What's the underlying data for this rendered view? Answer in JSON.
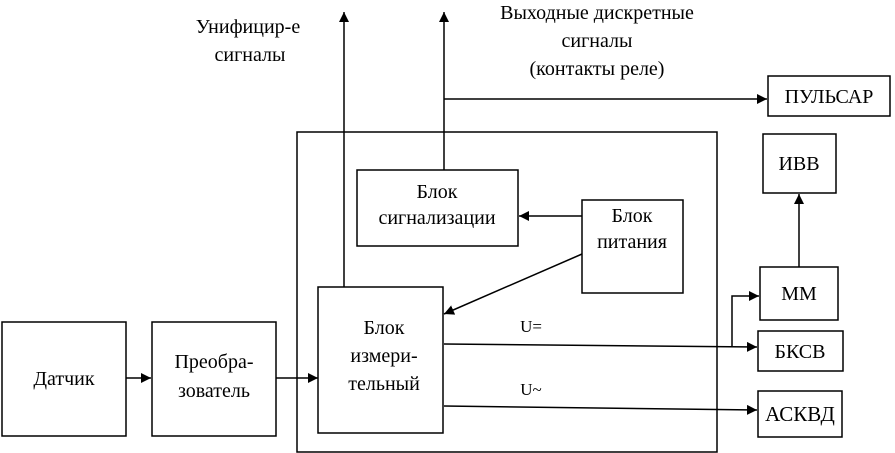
{
  "labels": {
    "unified_signals": [
      "Унифицир-е",
      "сигналы"
    ],
    "discrete_outputs": [
      "Выходные дискретные",
      "сигналы",
      "(контакты реле)"
    ],
    "u_dc": "U=",
    "u_ac": "U~"
  },
  "blocks": {
    "pulsar": [
      "ПУЛЬСАР"
    ],
    "ivv": [
      "ИВВ"
    ],
    "signaling": [
      "Блок",
      "сигнализации"
    ],
    "power": [
      "Блок",
      "питания"
    ],
    "mm": [
      "ММ"
    ],
    "measuring": [
      "Блок",
      "измери-",
      "тельный"
    ],
    "bksv": [
      "БКСВ"
    ],
    "sensor": [
      "Датчик"
    ],
    "converter": [
      "Преобра-",
      "зователь"
    ],
    "askvd": [
      "АСКВД"
    ]
  }
}
